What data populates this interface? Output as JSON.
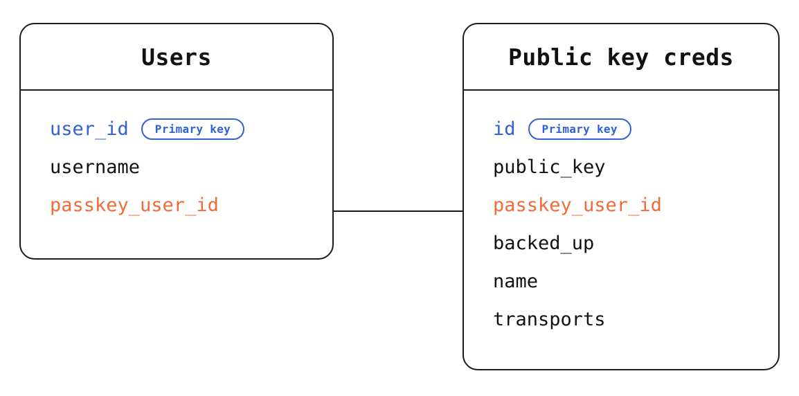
{
  "diagram": {
    "type": "entity-relationship",
    "background_color": "#ffffff",
    "line_color": "#1a1a1a",
    "colors": {
      "primary_key": "#2f62d6",
      "foreign_key": "#ee6c36",
      "text": "#111111",
      "border": "#1a1a1a"
    },
    "entities": [
      {
        "id": "users",
        "title": "Users",
        "fields": [
          {
            "name": "user_id",
            "role": "pk",
            "badge": "Primary key"
          },
          {
            "name": "username",
            "role": "plain",
            "badge": null
          },
          {
            "name": "passkey_user_id",
            "role": "fk",
            "badge": null
          }
        ]
      },
      {
        "id": "public_key_creds",
        "title": "Public key creds",
        "fields": [
          {
            "name": "id",
            "role": "pk",
            "badge": "Primary key"
          },
          {
            "name": "public_key",
            "role": "plain",
            "badge": null
          },
          {
            "name": "passkey_user_id",
            "role": "fk",
            "badge": null
          },
          {
            "name": "backed_up",
            "role": "plain",
            "badge": null
          },
          {
            "name": "name",
            "role": "plain",
            "badge": null
          },
          {
            "name": "transports",
            "role": "plain",
            "badge": null
          }
        ]
      }
    ],
    "relationships": [
      {
        "id": "users-to-public-key-creds",
        "from": "users.passkey_user_id",
        "to": "public_key_creds.passkey_user_id",
        "style": "solid"
      }
    ]
  }
}
